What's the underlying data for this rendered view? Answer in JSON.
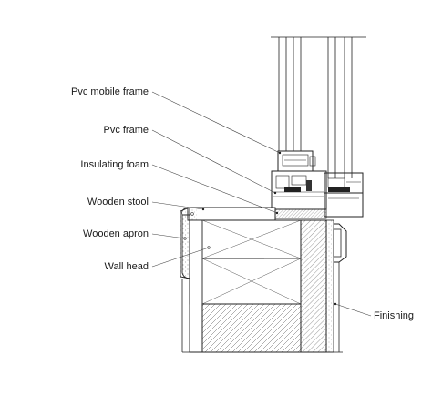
{
  "labels": {
    "pvc_mobile_frame": "Pvc mobile frame",
    "pvc_frame": "Pvc frame",
    "insulating_foam": "Insulating foam",
    "wooden_stool": "Wooden stool",
    "wooden_apron": "Wooden apron",
    "wall_head": "Wall head",
    "finishing": "Finishing"
  }
}
